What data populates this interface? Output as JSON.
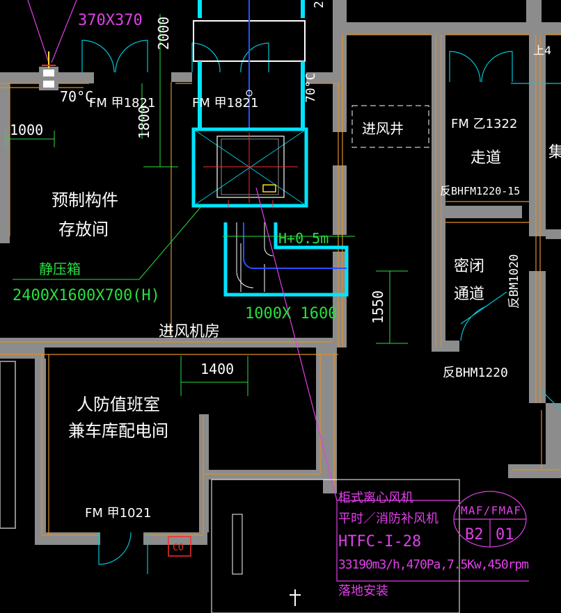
{
  "colors": {
    "background": "#000000",
    "wall": "#8c8c8c",
    "outline": "#e0902a",
    "duct": "#00e5ff",
    "cyan_thin": "#00c8d8",
    "green": "#28e040",
    "white": "#ffffff",
    "magenta": "#e040e8",
    "red": "#ff2a2a",
    "blue": "#2850ff",
    "yellow": "#ffe020"
  },
  "labels": {
    "duct_size_top": "370X370",
    "dim_2000": "2000",
    "dim_top_right": "2",
    "upper_right_text": "上4",
    "temp_70_left": "70°C",
    "temp_70_right": "70°C",
    "door_fm_jia1821_left": "FM  甲1821",
    "door_fm_jia1821_right": "FM  甲1821",
    "dim_1800": "1800",
    "dim_1000": "1000",
    "shaft_label": "进风井",
    "door_fm_yi1322": "FM  乙1322",
    "corridor": "走道",
    "edge_char": "集",
    "door_bhfm1220": "BHFM1220-15",
    "door_bhfm1220_prefix": "反",
    "room_prefab_line1": "预制构件",
    "room_prefab_line2": "存放间",
    "h_elevation": "H+0.5m",
    "static_box": "静压箱",
    "static_box_size": "2400X1600X700(H)",
    "duct_size": "1000X 1600",
    "airtight_line1": "密闭",
    "airtight_line2": "通道",
    "door_bm1020": "反BM1020",
    "dim_1550": "1550",
    "room_intake": "进风机房",
    "dim_1400": "1400",
    "door_bhm1220": "反BHM1220",
    "room_duty_line1": "人防值班室",
    "room_duty_line2": "兼车库配电间",
    "fan_line1": "柜式离心风机",
    "fan_line2": "平时／消防补风机",
    "fan_model": "HTFC-I-28",
    "fan_spec": "33190m3/h,470Pa,7.5Kw,450rpm",
    "fan_install": "落地安装",
    "tag_top": "MAF/FMAF",
    "tag_b2": "B2",
    "tag_01": "01",
    "door_fm_jia1021": "FM  甲1021",
    "co_tag": "CO"
  }
}
